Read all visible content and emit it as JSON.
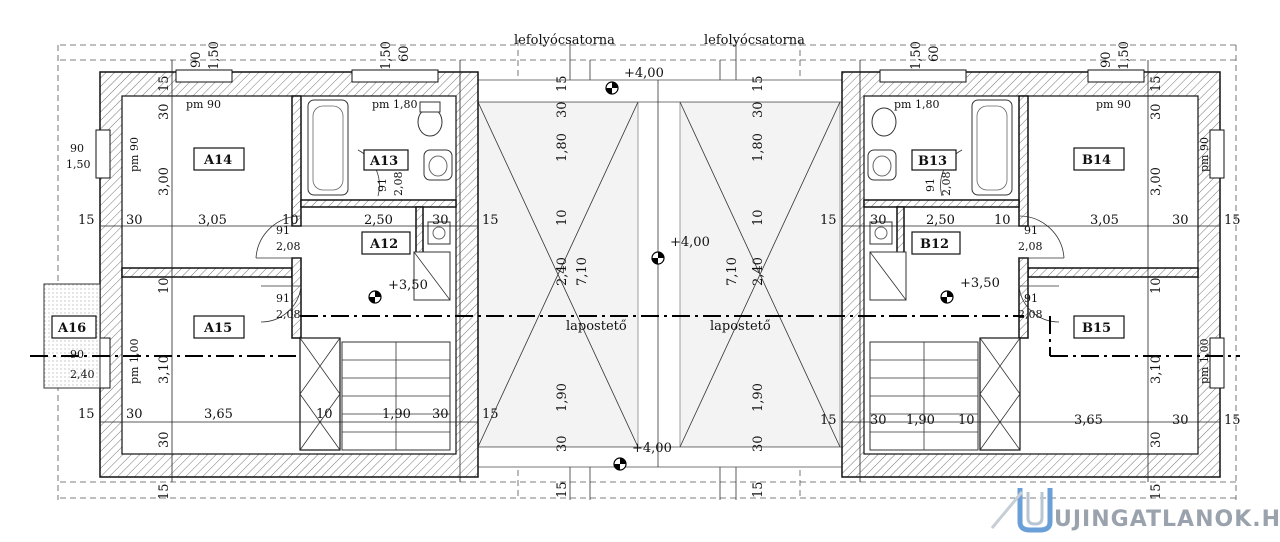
{
  "top": {
    "gutter_left": "lefolyócsatorna",
    "gutter_right": "lefolyócsatorna"
  },
  "levels": {
    "l_top": "+4,00",
    "l_mid": "+4,00",
    "l_bottom": "+4,00",
    "l_a": "+3,50",
    "l_b": "+3,50"
  },
  "rooms": {
    "A14": "A14",
    "A13": "A13",
    "A12": "A12",
    "A15": "A15",
    "A16": "A16",
    "B13": "B13",
    "B14": "B14",
    "B12": "B12",
    "B15": "B15"
  },
  "roof": {
    "left": "lapostető",
    "right": "lapostető"
  },
  "windows": {
    "pm90": "pm 90",
    "pm180": "pm 1,80",
    "pm_90v": "pm 90",
    "pm_100v": "pm 1,00"
  },
  "dims": {
    "d15": "15",
    "d30": "30",
    "d305": "3,05",
    "d10": "10",
    "d250": "2,50",
    "d365": "3,65",
    "d190": "1,90",
    "d300": "3,00",
    "d310": "3,10",
    "d180": "1,80",
    "d240": "2,40",
    "d710": "7,10",
    "d91": "91",
    "d208": "2,08",
    "d90": "90",
    "d150": "1,50",
    "d60": "60"
  },
  "watermark": "UJINGATLANOK.HU"
}
